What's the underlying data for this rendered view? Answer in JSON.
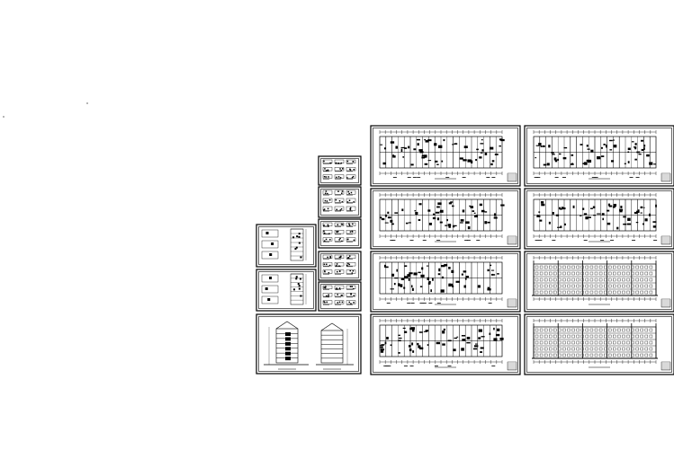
{
  "drawing": {
    "sheets": [
      {
        "kind": "plan-wide"
      },
      {
        "kind": "plan-wide"
      },
      {
        "kind": "plan-wide"
      },
      {
        "kind": "plan-wide"
      },
      {
        "kind": "plan-wide"
      },
      {
        "kind": "plan-wide"
      },
      {
        "kind": "elevation-wide"
      },
      {
        "kind": "elevation-wide"
      },
      {
        "kind": "detail-small"
      },
      {
        "kind": "detail-small"
      },
      {
        "kind": "detail-small"
      },
      {
        "kind": "detail-small"
      },
      {
        "kind": "detail-small"
      },
      {
        "kind": "detail-medium"
      },
      {
        "kind": "detail-medium"
      },
      {
        "kind": "section"
      }
    ]
  }
}
